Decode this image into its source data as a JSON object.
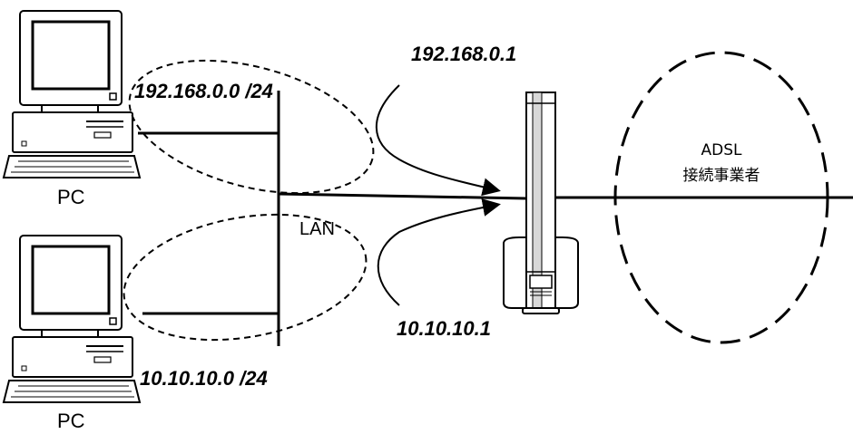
{
  "network": {
    "pc_top_label": "PC",
    "pc_bottom_label": "PC",
    "lan_label": "LAN",
    "subnet_top": "192.168.0.0 /24",
    "subnet_bottom": "10.10.10.0 /24",
    "router_ip_top": "192.168.0.1",
    "router_ip_bottom": "10.10.10.1",
    "isp_line1": "ADSL",
    "isp_line2": "接続事業者"
  },
  "colors": {
    "ink": "#000000",
    "background": "#ffffff",
    "router_gray": "#d8d8d8"
  }
}
